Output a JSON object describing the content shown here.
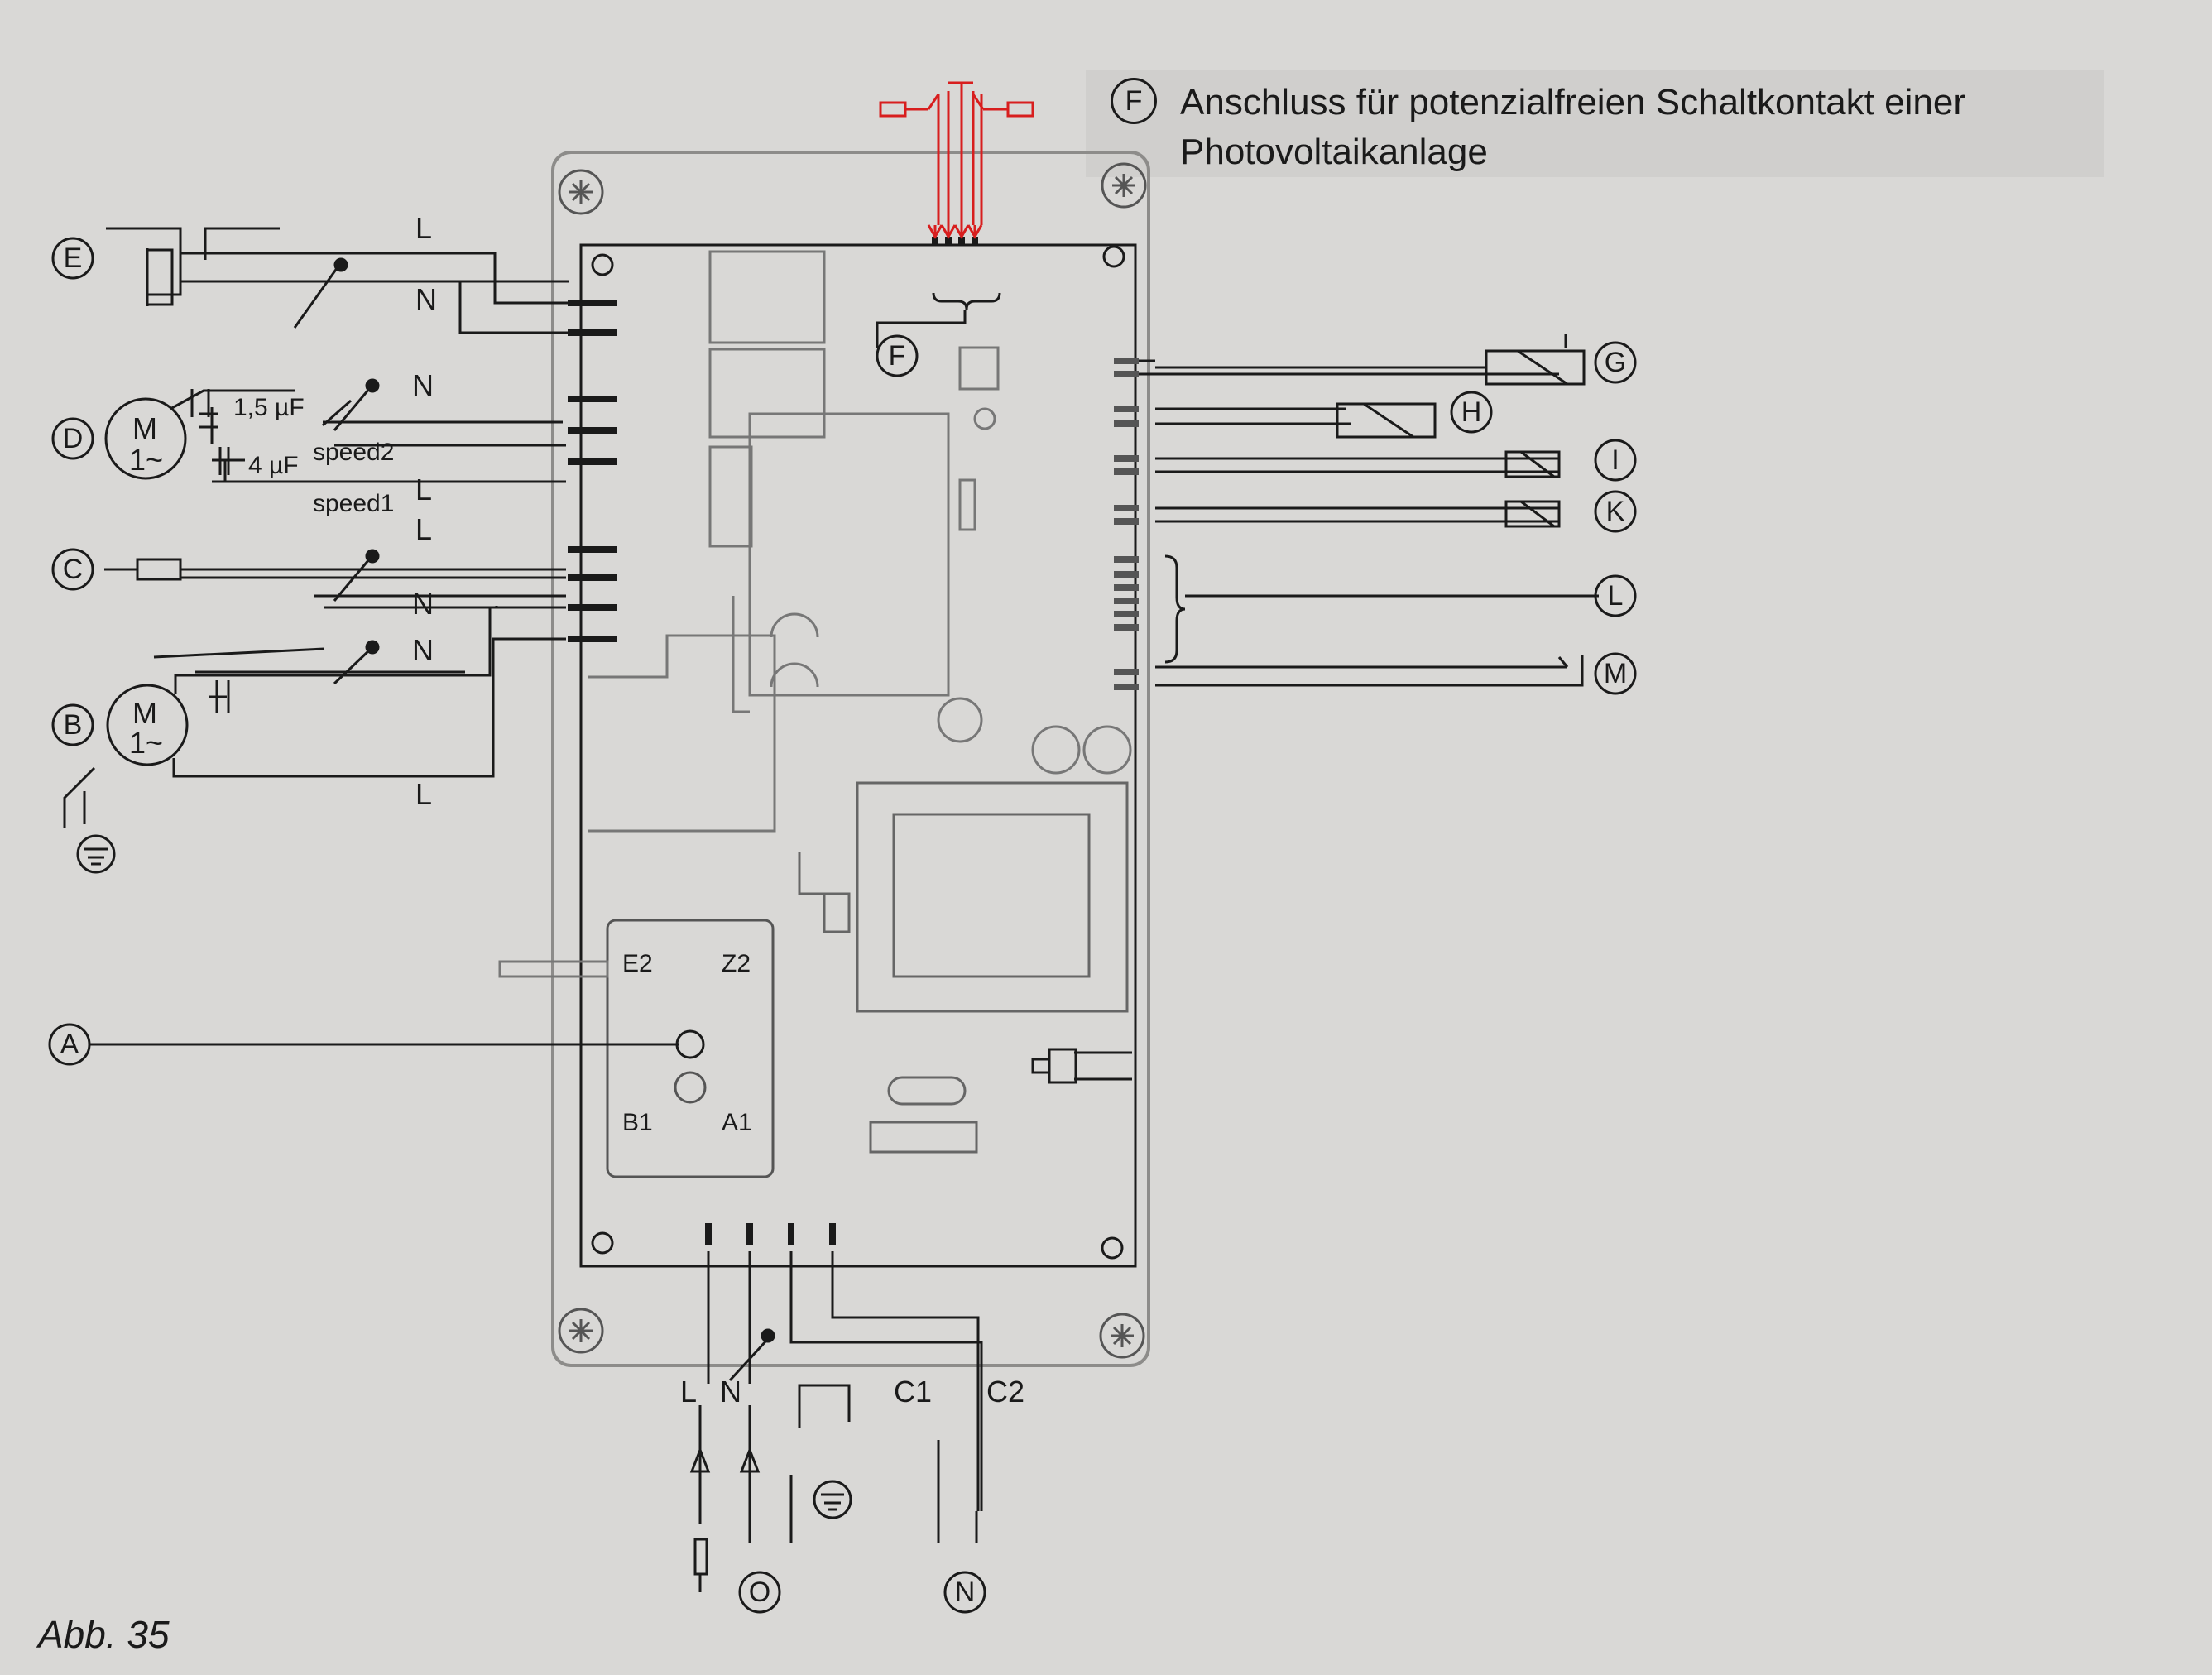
{
  "annotation": {
    "marker": "F",
    "text_line1": "Anschluss für potenzialfreien Schaltkontakt einer",
    "text_line2": "Photovoltaikanlage"
  },
  "figure": {
    "caption": "Abb. 35"
  },
  "left_markers": {
    "E": "E",
    "D": "D",
    "C": "C",
    "B": "B",
    "A": "A"
  },
  "right_markers": {
    "G": "G",
    "H": "H",
    "I": "I",
    "K": "K",
    "L": "L",
    "M": "M"
  },
  "bottom_markers": {
    "O": "O",
    "N": "N"
  },
  "board_marker": "F",
  "motor_label_top": "M",
  "motor_label_bottom": "1~",
  "wire_labels": {
    "e_l": "L",
    "e_n": "N",
    "d_n": "N",
    "d_l": "L",
    "c_l": "L",
    "c_n": "N",
    "b_n": "N",
    "b_l": "L",
    "speed2": "speed2",
    "speed1": "speed1",
    "cap_d1": "1,5 µF",
    "cap_d2": "4 µF"
  },
  "bottom_labels": {
    "l": "L",
    "n": "N",
    "c1": "C1",
    "c2": "C2"
  },
  "relay_labels": {
    "e2": "E2",
    "z2": "Z2",
    "b1": "B1",
    "a1": "A1"
  },
  "colors": {
    "ink": "#1a1a1a",
    "highlight": "#d81e1e",
    "paper": "#d9d8d6"
  }
}
